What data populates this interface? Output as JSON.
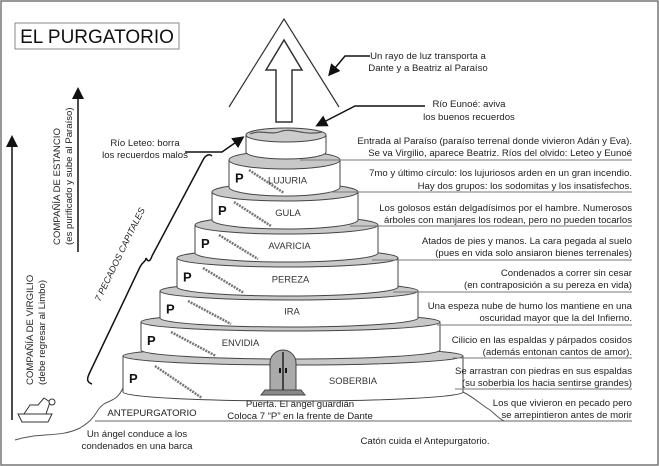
{
  "title": "EL PURGATORIO",
  "left": {
    "virgilio": [
      "COMPAÑÍA DE VIRGILIO",
      "(debe regresar al Limbo)"
    ],
    "estancio": [
      "COMPAÑÍA DE ESTANCIO",
      "(es purificado y sube al Paraíso)"
    ],
    "pecados": "7 PECADOS CAPITALES"
  },
  "callouts": {
    "rayo": [
      "Un rayo de luz transporta a",
      "Dante y a Beatriz al Paraíso"
    ],
    "eunoe": [
      "Río Eunoé: aviva",
      "los buenos recuerdos"
    ],
    "leteo": [
      "Río Leteo: borra",
      "los recuerdos malos"
    ]
  },
  "tiers": [
    {
      "name": "LUJURIA",
      "mark": "P"
    },
    {
      "name": "GULA",
      "mark": "P"
    },
    {
      "name": "AVARICIA",
      "mark": "P"
    },
    {
      "name": "PEREZA",
      "mark": "P"
    },
    {
      "name": "IRA",
      "mark": "P"
    },
    {
      "name": "ENVIDIA",
      "mark": "P"
    },
    {
      "name": "SOBERBIA",
      "mark": "P"
    }
  ],
  "descriptions": [
    [
      "Entrada al Paraíso (paraíso terrenal donde vivieron Adán y Eva).",
      "Se va Virgilio, aparece Beatriz. Ríos del olvido: Leteo y Eunoé"
    ],
    [
      "7mo y último círculo: los lujuriosos arden en un gran incendio.",
      "Hay dos grupos: los sodomitas y los insatisfechos."
    ],
    [
      "Los golosos están delgadísimos por el hambre. Numerosos",
      "árboles con manjares los rodean, pero no pueden tocarlos"
    ],
    [
      "Atados de pies y manos. La cara pegada al suelo",
      "(pues en vida solo ansiaron bienes terrenales)"
    ],
    [
      "Condenados a correr sin cesar",
      "(en contraposición a su pereza en vida)"
    ],
    [
      "Una espeza nube de humo los mantiene en una",
      "oscuridad mayor que la del Infierno."
    ],
    [
      "Cilicio en las espaldas y párpados cosidos",
      "(además entonan cantos de amor)."
    ],
    [
      "Se arrastran con piedras en sus espaldas",
      "(su soberbia los hacia sentirse grandes)"
    ],
    [
      "Los que vivieron en pecado pero",
      "se arrepintieron antes de morir"
    ]
  ],
  "bottom": {
    "antepurgatorio": "ANTEPURGATORIO",
    "puerta": [
      "Puerta. El ángel guardián",
      "Coloca 7 “P” en la frente de Dante"
    ],
    "barca": [
      "Un ángel conduce a los",
      "condenados en una barca"
    ],
    "caton": "Catón cuida el Antepurgatorio."
  }
}
